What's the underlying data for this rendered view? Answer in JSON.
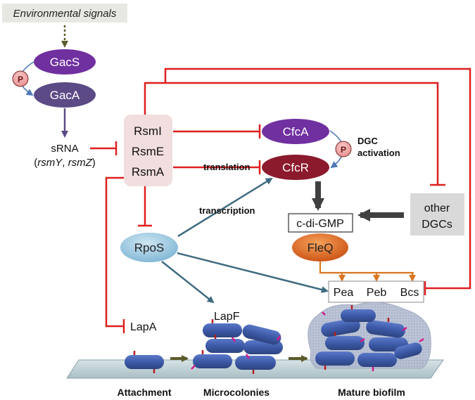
{
  "signals": "Environmental signals",
  "gacs": "GacS",
  "gaca": "GacA",
  "phospho": "P",
  "srna": {
    "line1": "sRNA",
    "open": "(",
    "rsmy": "rsmY",
    "comma": ", ",
    "rsmz": "rsmZ",
    "close": ")"
  },
  "rsm": [
    "RsmI",
    "RsmE",
    "RsmA"
  ],
  "cfca": "CfcA",
  "cfcr": "CfcR",
  "dgc_activation": [
    "DGC",
    "activation"
  ],
  "translation": "translation",
  "transcription": "transcription",
  "other_dgcs": [
    "other",
    "DGCs"
  ],
  "cdigmp": "c-di-GMP",
  "fleq": "FleQ",
  "rpos": "RpoS",
  "targets": [
    "Pea",
    "Peb",
    "Bcs"
  ],
  "lapf": "LapF",
  "lapa": "LapA",
  "stages": [
    "Attachment",
    "Microcolonies",
    "Mature biofilm"
  ],
  "colors": {
    "purple": "#7030a0",
    "dark_purple": "#5b4a85",
    "blue": "#3d63b5",
    "dark_red": "#8b1a2c",
    "inhibit_red": "#e01e1e",
    "teal": "#3f6b80",
    "orange": "#d9761f",
    "rpos_blue": "#8fc3dd",
    "rsm_pink": "#f2dede"
  }
}
